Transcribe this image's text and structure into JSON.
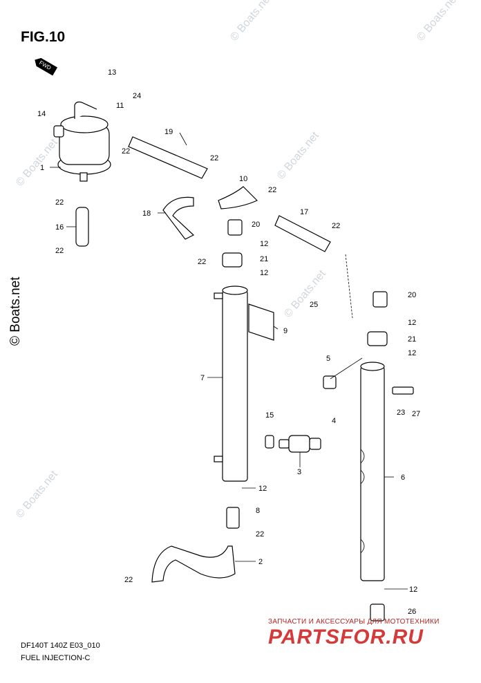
{
  "figure": {
    "title": "FIG.10",
    "fwd_label": "FWD",
    "code": "DF140T 140Z E03_010",
    "caption": "FUEL INJECTION-C"
  },
  "watermarks": {
    "small": "© Boats.net",
    "large": "© Boats.net"
  },
  "shop": {
    "tagline": "ЗАПЧАСТИ И АКСЕССУАРЫ ДЛЯ МОТОТЕХНИКИ",
    "logo": "PARTSFOR.RU"
  },
  "callouts": [
    "13",
    "24",
    "11",
    "14",
    "19",
    "22",
    "1",
    "22",
    "22",
    "10",
    "22",
    "17",
    "22",
    "18",
    "20",
    "12",
    "16",
    "22",
    "21",
    "12",
    "22",
    "25",
    "9",
    "20",
    "12",
    "21",
    "12",
    "5",
    "7",
    "15",
    "4",
    "23",
    "27",
    "3",
    "6",
    "12",
    "8",
    "22",
    "2",
    "22",
    "12",
    "26"
  ],
  "colors": {
    "line": "#000000",
    "watermark": "#cfd6dd",
    "shop_red": "#d43a3a"
  }
}
